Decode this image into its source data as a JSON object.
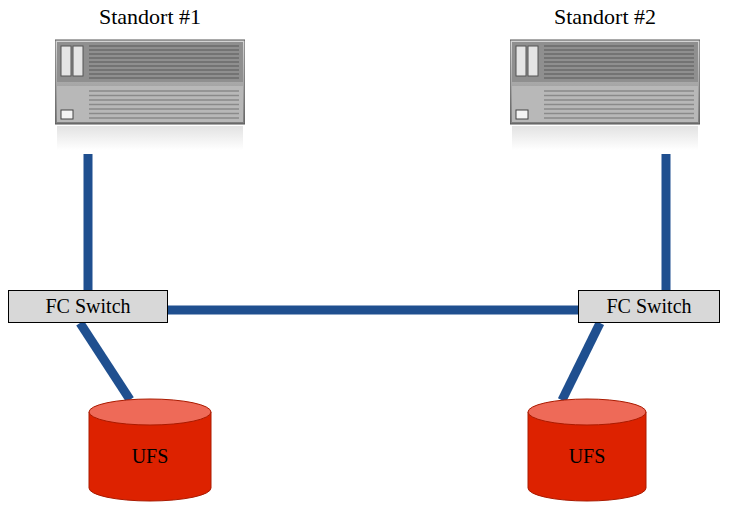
{
  "diagram": {
    "nodes": [
      {
        "text": [
          "Standort #1"
        ]
      },
      {
        "text": [
          "Standort #2"
        ]
      },
      {
        "text": [
          "FC Switch"
        ]
      },
      {
        "text": [
          "FC Switch"
        ]
      },
      {
        "text": [
          "UFS"
        ]
      },
      {
        "text": [
          "UFS"
        ]
      }
    ],
    "edges": [
      {
        "from": 0,
        "to": 2,
        "arrow": "none"
      },
      {
        "from": 1,
        "to": 3,
        "arrow": "none"
      },
      {
        "from": 2,
        "to": 3,
        "arrow": "none"
      },
      {
        "from": 2,
        "to": 4,
        "arrow": "none"
      },
      {
        "from": 3,
        "to": 5,
        "arrow": "none"
      }
    ]
  }
}
